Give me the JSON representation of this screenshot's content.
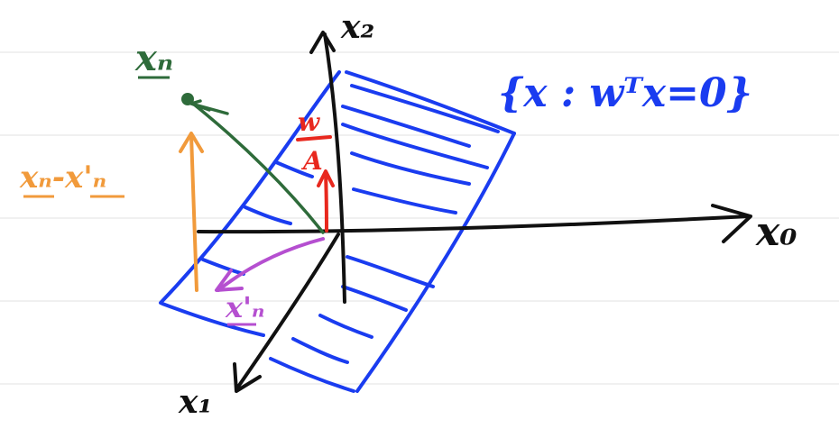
{
  "labels": {
    "x2": "x₂",
    "x0": "x₀",
    "x1": "x₁",
    "xn": "xₙ",
    "w_over_norm_num": "w",
    "w_over_norm_den": "A",
    "hyperplane": "{x : wᵀx=0}",
    "diff": "xₙ-x'ₙ",
    "proj": "x'ₙ"
  },
  "colors": {
    "background": "#ffffff",
    "ruled_line": "#e6e6e6",
    "axes": "#111111",
    "plane": "#1a3cf0",
    "point": "#2e6b3a",
    "normal": "#e8281e",
    "difference": "#f19a3b",
    "projection": "#b54fd0"
  }
}
